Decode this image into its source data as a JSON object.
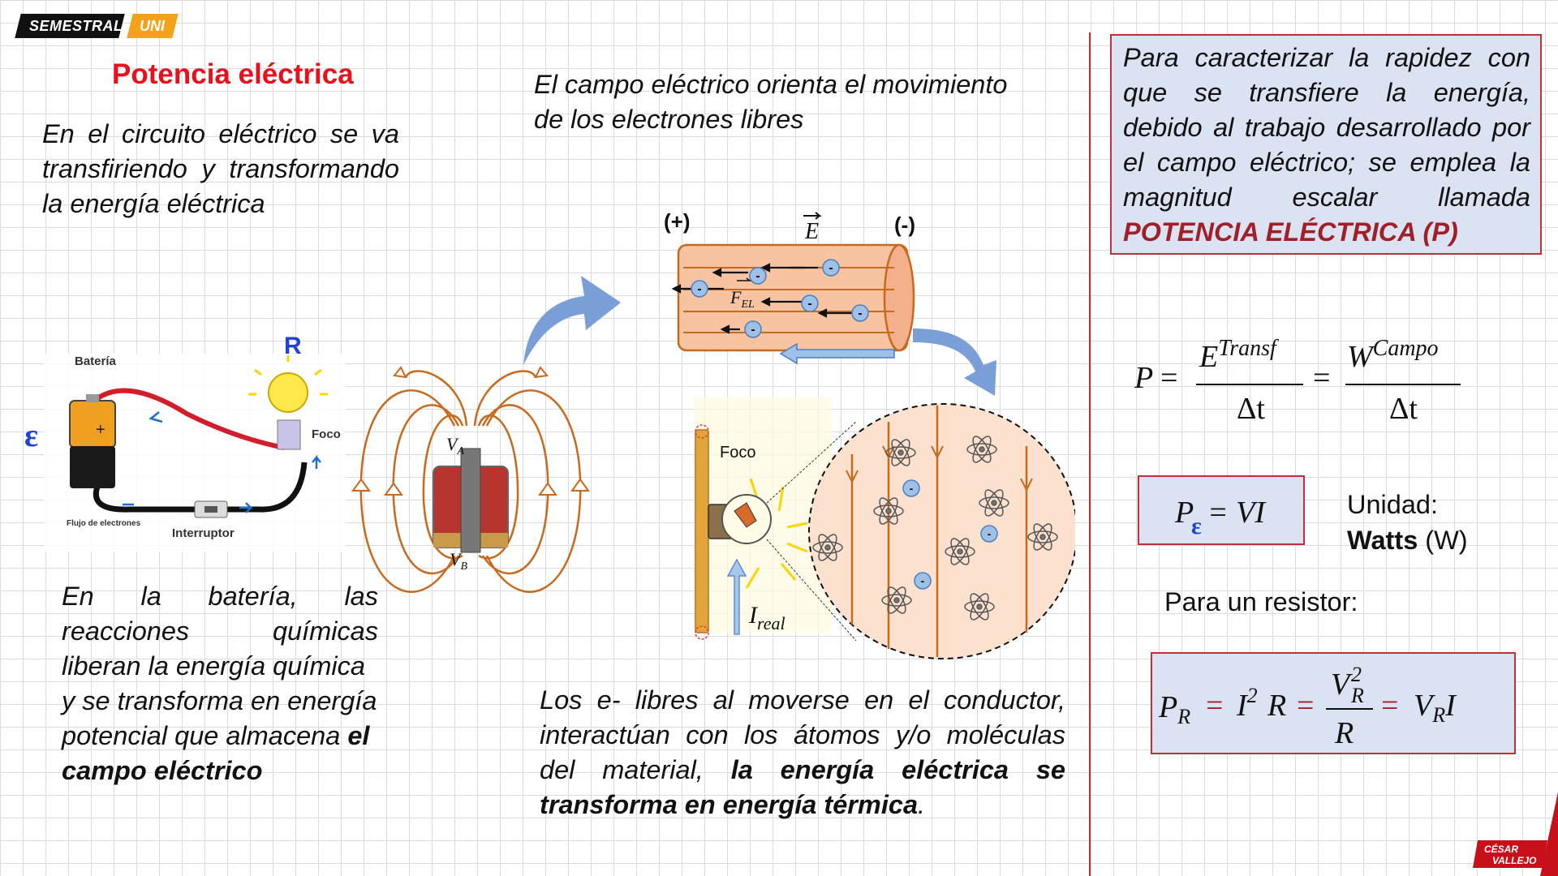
{
  "logo": {
    "part1": "SEMESTRAL",
    "part2": "UNI"
  },
  "title": "Potencia eléctrica",
  "intro": [
    "En el circuito eléctrico se va",
    "transfiriendo y transformando",
    "la energía eléctrica"
  ],
  "battery_text": {
    "l1": "En la batería, las",
    "l2": "reacciones químicas",
    "l3": "liberan la energía química",
    "l4": "y se transforma en energía",
    "l5a": "potencial que almacena ",
    "l5b": "el",
    "l6": "campo eléctrico"
  },
  "field_text": [
    "El campo eléctrico orienta el movimiento",
    "de los electrones libres"
  ],
  "thermal_text": {
    "l1": "Los e- libres al moverse en el conductor,",
    "l2": "interactúan con los átomos y/o moléculas",
    "l3a": "del material, ",
    "l3b": "la energía eléctrica se",
    "l4": "transforma en energía térmica",
    "l4end": "."
  },
  "circuit": {
    "bateria": "Batería",
    "foco": "Foco",
    "flujo": "Flujo de electrones",
    "interruptor": "Interruptor",
    "r_label": "R",
    "emf_label": "ε",
    "plus": "+"
  },
  "battery_fig": {
    "va": "V",
    "va_sub": "A",
    "vb": "V",
    "vb_sub": "B"
  },
  "conductor": {
    "plus": "(+)",
    "minus": "(-)",
    "e_field": "E",
    "force": "F",
    "force_sub": "EL",
    "electron_sign": "-"
  },
  "bulb_fig": {
    "foco": "Foco",
    "current": "I",
    "current_sub": "real"
  },
  "definition": {
    "text": "Para caracterizar la rapidez con que se transfiere la energía, debido al trabajo desarrollado por el campo eléctrico; se emplea la magnitud escalar llamada",
    "highlight": "POTENCIA ELÉCTRICA (P)"
  },
  "formula_main": {
    "p": "P",
    "eq": "=",
    "e": "E",
    "e_sup": "Transf",
    "w": "W",
    "w_sup": "Campo",
    "dt": "Δt"
  },
  "formula_box": {
    "p": "P",
    "sub": "ε",
    "rest": "= VI"
  },
  "unidad": {
    "label": "Unidad:",
    "unit_bold": "Watts",
    "unit_rest": " (W)"
  },
  "resistor": {
    "label": "Para un resistor:",
    "p": "P",
    "p_sub": "R",
    "eq1": "=",
    "i": "I",
    "i_sup": "2",
    "r": "R",
    "eq2": "=",
    "v": "V",
    "v_sub": "R",
    "v_sup": "2",
    "den": "R",
    "eq3": "=",
    "v2": "V",
    "v2_sub": "R",
    "i2": "I"
  },
  "footer_logo": {
    "line1": "CÉSAR",
    "line2": "VALLEJO"
  }
}
